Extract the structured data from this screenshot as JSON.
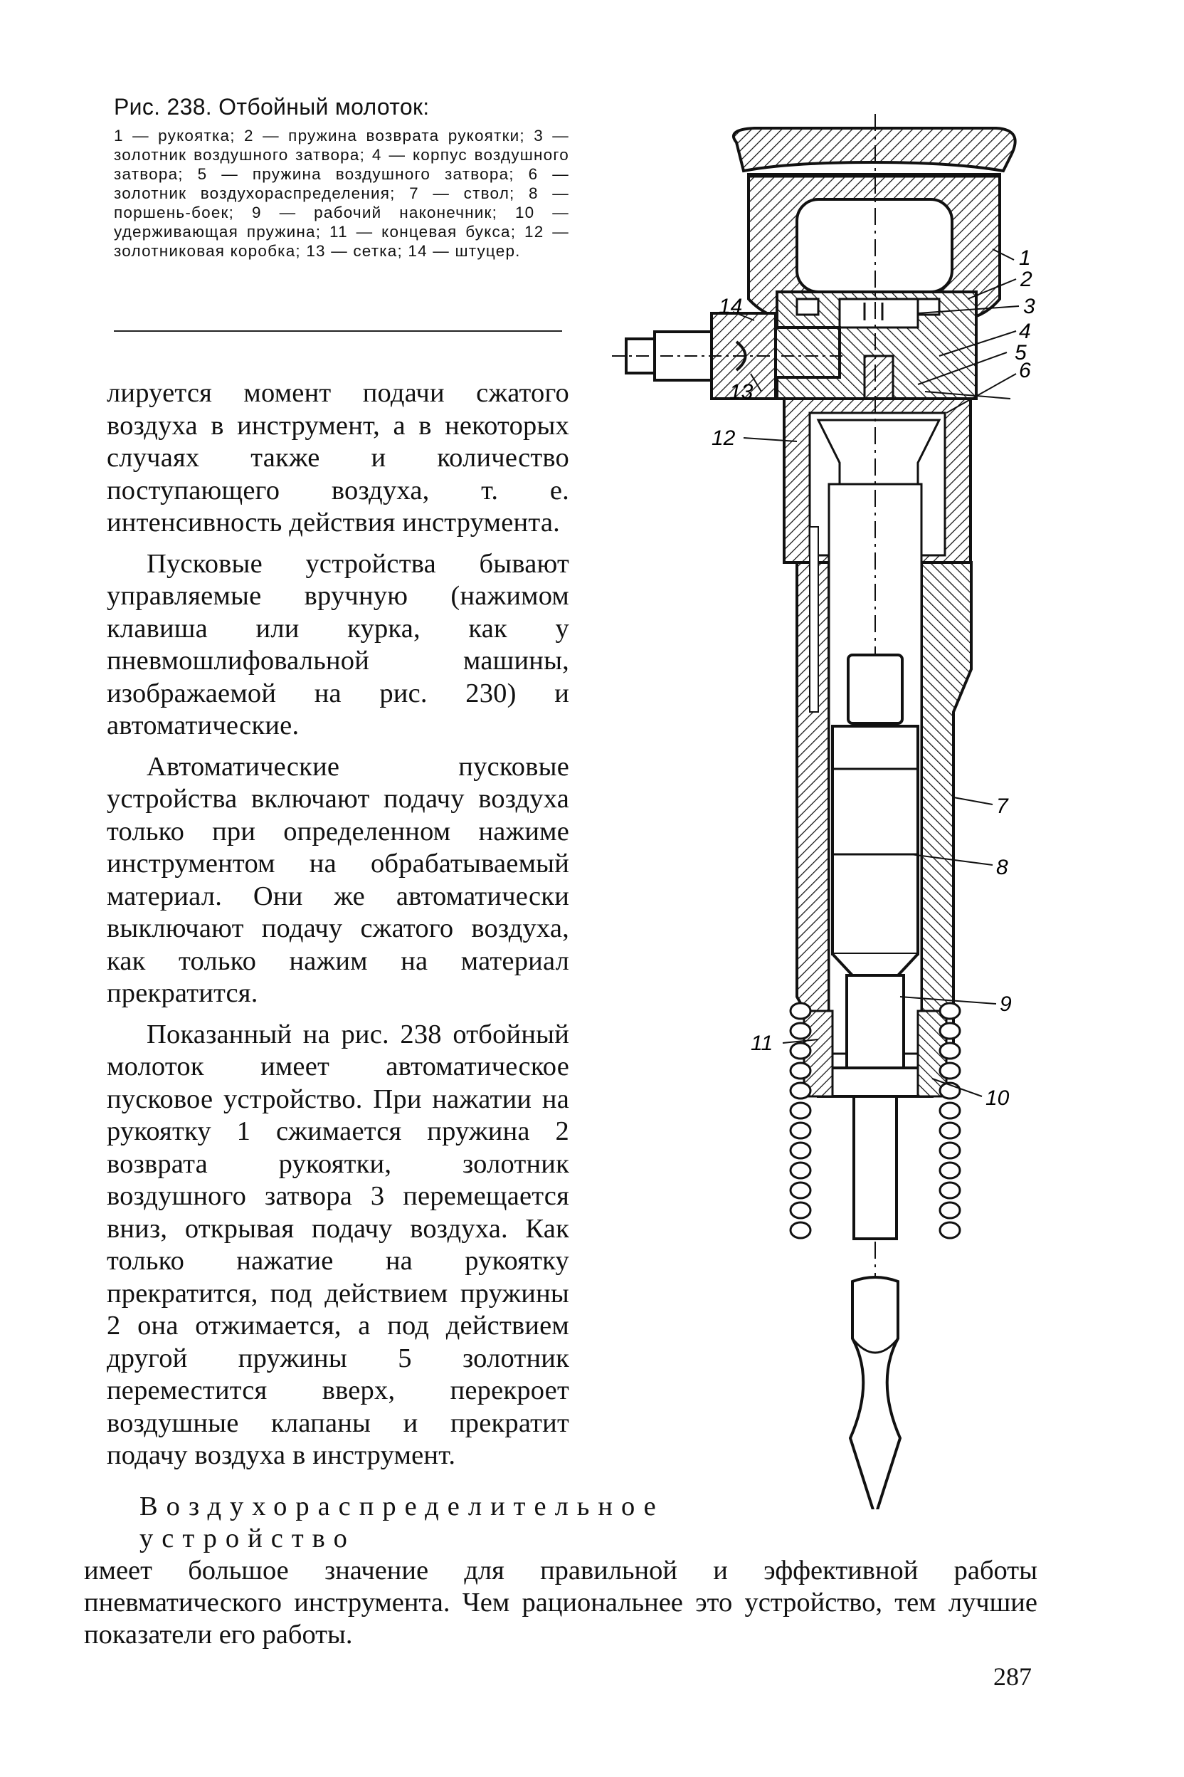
{
  "figure_caption": {
    "title": "Рис. 238. Отбойный молоток:",
    "legend": "1 — рукоятка; 2 — пружина возврата рукоятки; 3 — золотник воздушного затвора; 4 — корпус воздушного затвора; 5 — пружина воздушного затвора; 6 — золотник воздухораспределения; 7 — ствол; 8 — поршень-боек; 9 — рабочий наконечник; 10 — удерживающая пружина; 11 — концевая букса; 12 — золотниковая коробка; 13 — сетка; 14 — штуцер."
  },
  "body": {
    "p1": "лируется момент подачи сжатого воздуха в инструмент, а в некоторых случаях также и количество поступающего воздуха, т. е. интенсивность действия инструмента.",
    "p2": "Пусковые устройства бывают управляемые вручную (нажимом клавиша или курка, как у пневмошлифовальной машины, изображаемой на рис. 230) и автоматические.",
    "p3": "Автоматические пусковые устройства включают подачу воздуха только при определенном нажиме инструментом на обрабатываемый материал. Они же автоматически выключают подачу сжатого воздуха, как только нажим на материал прекратится.",
    "p4": "Показанный на рис. 238 отбойный молоток имеет автоматическое пусковое устройство. При нажатии на рукоятку 1 сжимается пружина 2 возврата рукоятки, золотник воздушного затвора 3 перемещается вниз, открывая подачу воздуха. Как только нажатие на рукоятку прекратится, под действием пружины 2 она отжимается, а под действием другой пружины 5 золотник переместится вверх, перекроет воздушные клапаны и прекратит подачу воздуха в инструмент.",
    "p5_spaced_start": "Воздухораспределительное устройство",
    "p5_rest": "имеет большое значение для правильной и эффективной работы пневматического инструмента. Чем рациональнее это устройство, тем лучшие показатели его работы."
  },
  "figure_callouts": [
    "1",
    "2",
    "3",
    "4",
    "5",
    "6",
    "7",
    "8",
    "9",
    "10",
    "11",
    "12",
    "13",
    "14"
  ],
  "page_number": "287"
}
